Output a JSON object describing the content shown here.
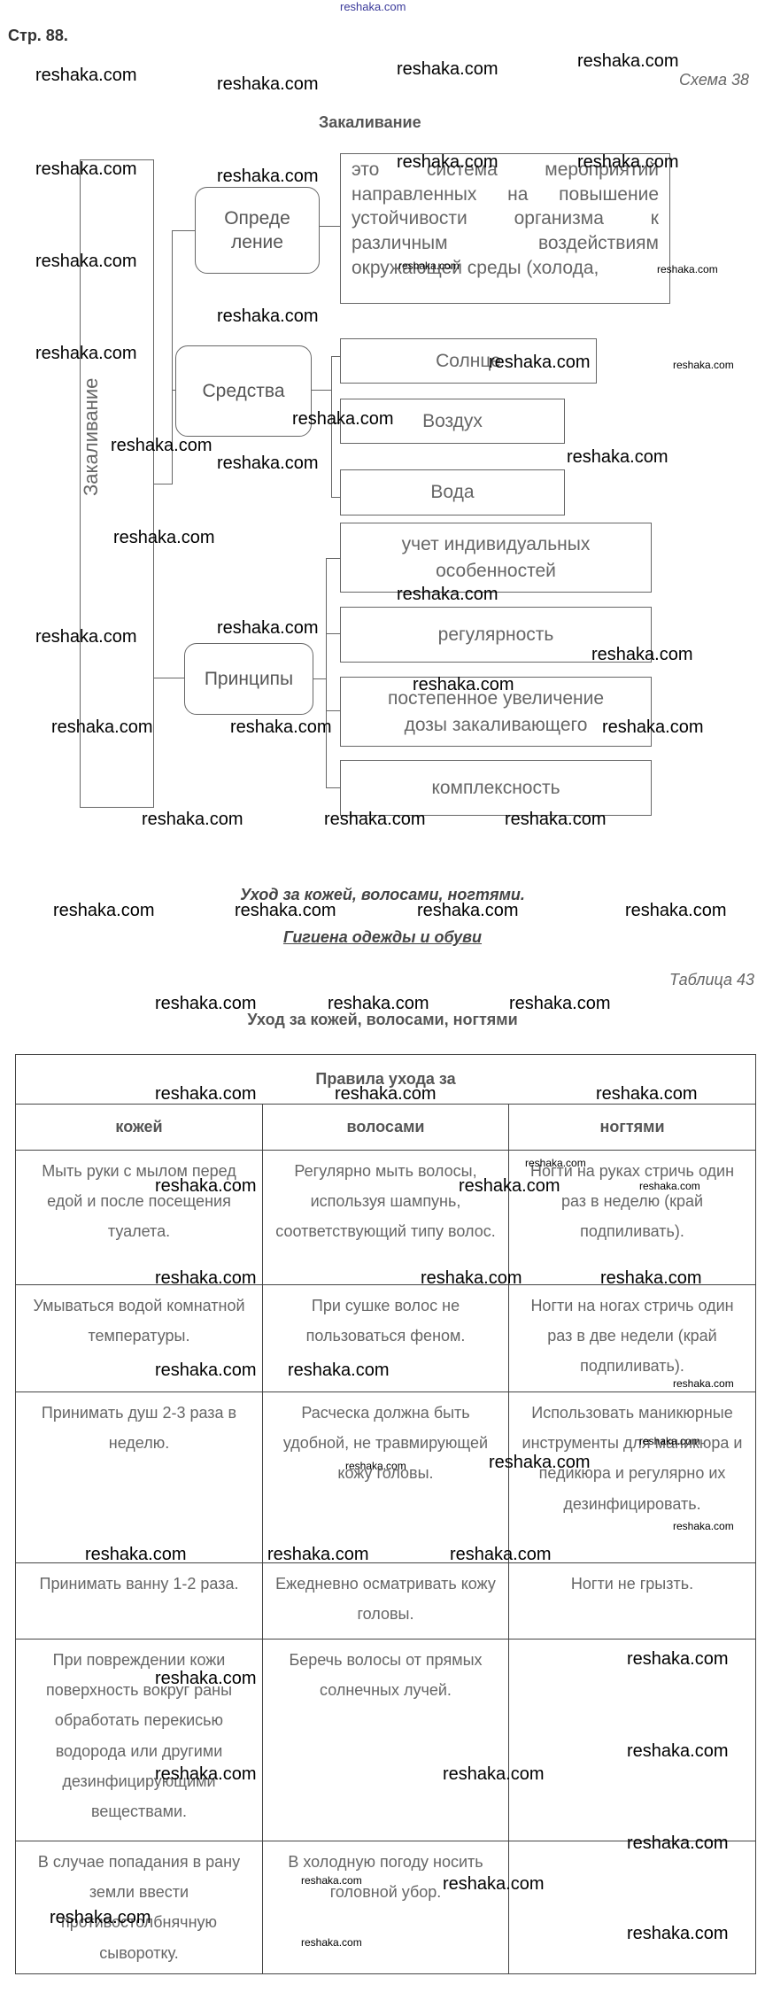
{
  "header": {
    "site": "reshaka.com",
    "page_number": "Стр. 88."
  },
  "scheme": {
    "label": "Схема 38",
    "title": "Закаливание",
    "root": "Закаливание",
    "branches": [
      {
        "name": "Опреде ление",
        "items": [
          "это система мероприятий направленных на повышение устойчивости организма к различным воздействиям окружающей среды (холода,"
        ]
      },
      {
        "name": "Средства",
        "items": [
          "Солнце",
          "Воздух",
          "Вода"
        ]
      },
      {
        "name": "Принципы",
        "items": [
          "учет индивидуальных особенностей",
          "регулярность",
          "постепенное увеличение дозы закаливающего",
          "комплексность"
        ]
      }
    ]
  },
  "section": {
    "title1": "Уход за кожей, волосами, ногтями.",
    "title2": "Гигиена одежды и обуви"
  },
  "table": {
    "label": "Таблица 43",
    "title": "Уход за кожей, волосами, ногтями",
    "header": "Правила ухода за",
    "columns": [
      "кожей",
      "волосами",
      "ногтями"
    ],
    "rows": [
      [
        "Мыть руки с мылом перед едой и после посещения туалета.",
        "Регулярно мыть волосы, используя шампунь, соответствующий типу волос.",
        "Ногти на руках стричь один раз в неделю (край подпиливать)."
      ],
      [
        "Умываться водой комнатной температуры.",
        "При сушке волос не пользоваться феном.",
        "Ногти на ногах стричь один раз в две недели (край подпиливать)."
      ],
      [
        "Принимать душ 2-3 раза в неделю.",
        "Расческа должна быть удобной, не травмирующей кожу головы.",
        "Использовать маникюрные инструменты для маникюра и педикюра и регулярно их дезинфицировать."
      ],
      [
        "Принимать ванну 1-2 раза.",
        "Ежедневно осматривать кожу головы.",
        "Ногти не грызть."
      ],
      [
        "При повреждении кожи поверхность вокруг раны обработать перекисью водорода или другими дезинфицирующими веществами.",
        "Беречь волосы от прямых солнечных лучей.",
        ""
      ],
      [
        "В случае попадания в рану земли ввести противостолбнячную сыворотку.",
        "В холодную погоду носить головной убор.",
        ""
      ]
    ]
  },
  "watermark": "reshaka.com"
}
